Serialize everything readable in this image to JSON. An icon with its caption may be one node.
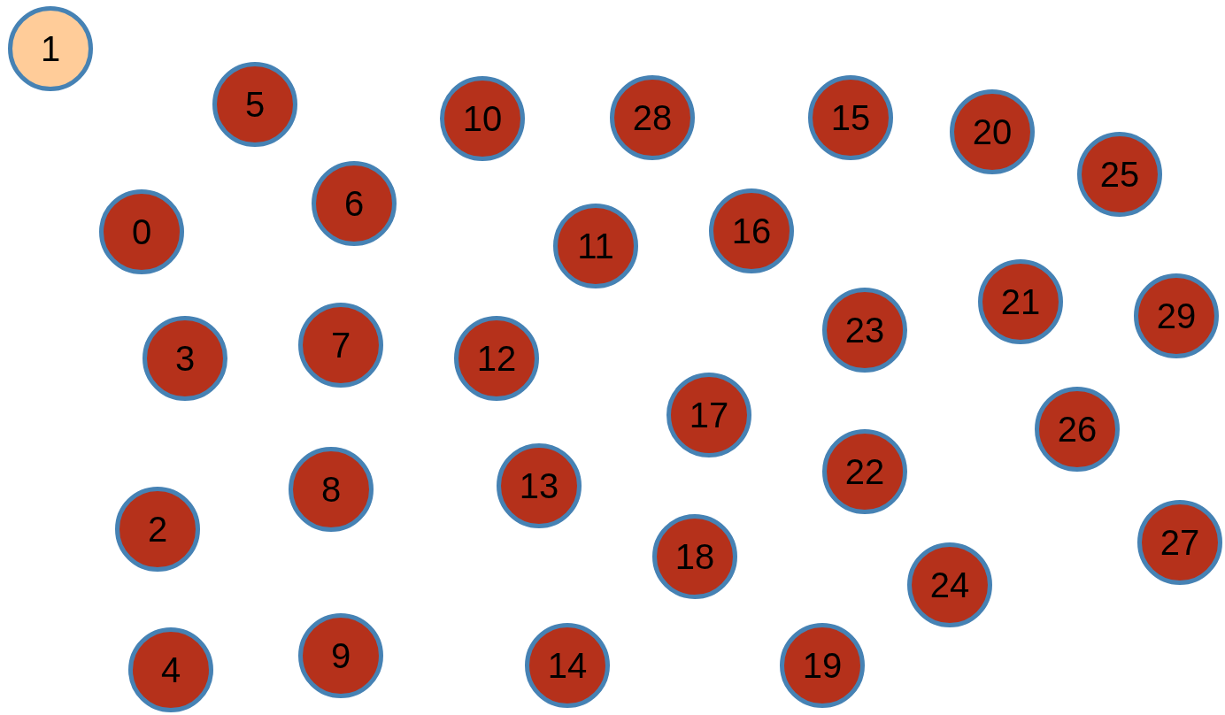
{
  "diagram": {
    "nodes": [
      {
        "text": [
          "0"
        ]
      },
      {
        "text": [
          "1"
        ]
      },
      {
        "text": [
          "2"
        ]
      },
      {
        "text": [
          "3"
        ]
      },
      {
        "text": [
          "4"
        ]
      },
      {
        "text": [
          "5"
        ]
      },
      {
        "text": [
          "6"
        ]
      },
      {
        "text": [
          "7"
        ]
      },
      {
        "text": [
          "8"
        ]
      },
      {
        "text": [
          "9"
        ]
      },
      {
        "text": [
          "10"
        ]
      },
      {
        "text": [
          "11"
        ]
      },
      {
        "text": [
          "12"
        ]
      },
      {
        "text": [
          "13"
        ]
      },
      {
        "text": [
          "14"
        ]
      },
      {
        "text": [
          "15"
        ]
      },
      {
        "text": [
          "16"
        ]
      },
      {
        "text": [
          "17"
        ]
      },
      {
        "text": [
          "18"
        ]
      },
      {
        "text": [
          "19"
        ]
      },
      {
        "text": [
          "20"
        ]
      },
      {
        "text": [
          "21"
        ]
      },
      {
        "text": [
          "22"
        ]
      },
      {
        "text": [
          "23"
        ]
      },
      {
        "text": [
          "24"
        ]
      },
      {
        "text": [
          "25"
        ]
      },
      {
        "text": [
          "26"
        ]
      },
      {
        "text": [
          "27"
        ]
      },
      {
        "text": [
          "28"
        ]
      },
      {
        "text": [
          "29"
        ]
      }
    ]
  }
}
